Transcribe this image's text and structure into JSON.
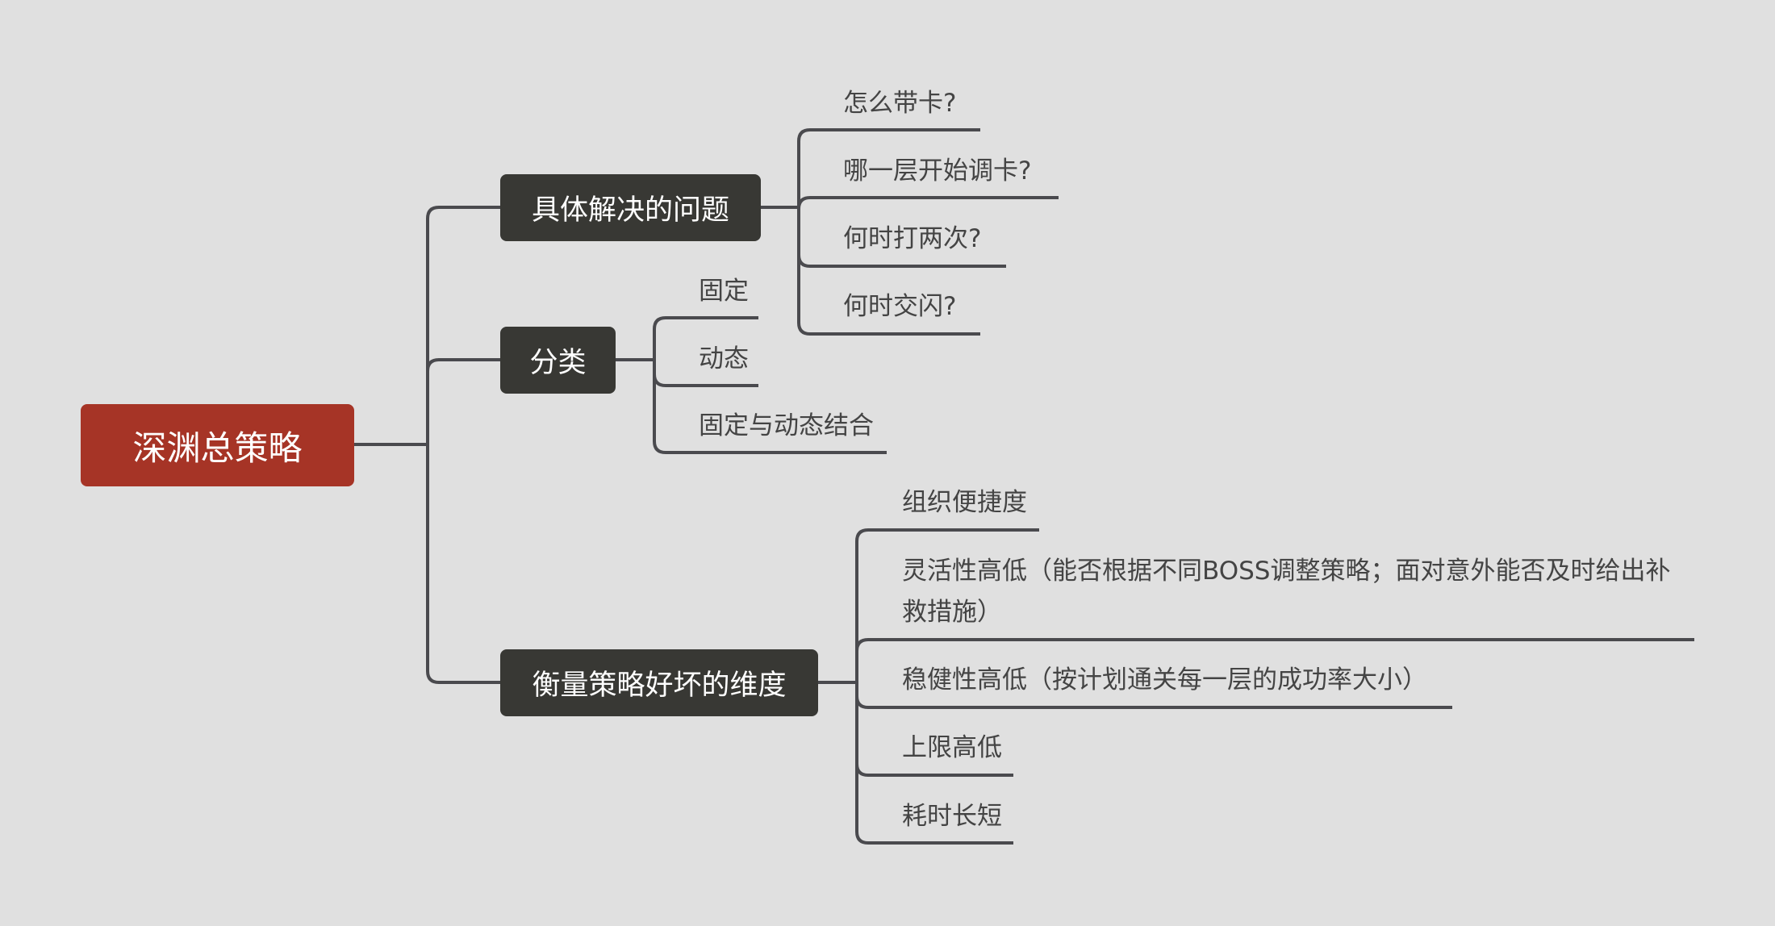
{
  "root": {
    "label": "深渊总策略",
    "color": "#a63426"
  },
  "branches": [
    {
      "label": "具体解决的问题",
      "children": [
        "怎么带卡?",
        "哪一层开始调卡?",
        "何时打两次?",
        "何时交闪?"
      ]
    },
    {
      "label": "分类",
      "children": [
        "固定",
        "动态",
        "固定与动态结合"
      ]
    },
    {
      "label": "衡量策略好坏的维度",
      "children": [
        "组织便捷度",
        "灵活性高低（能否根据不同BOSS调整策略；面对意外能否及时给出补",
        "救措施）",
        "稳健性高低（按计划通关每一层的成功率大小）",
        "上限高低",
        "耗时长短"
      ]
    }
  ],
  "colors": {
    "background": "#e0e0e0",
    "line": "#4a4a4e",
    "node": "#383834"
  }
}
